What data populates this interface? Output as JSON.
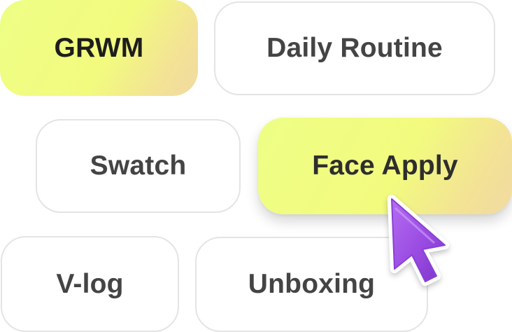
{
  "chips": {
    "grwm": {
      "label": "GRWM",
      "selected": true
    },
    "daily_routine": {
      "label": "Daily Routine",
      "selected": false
    },
    "swatch": {
      "label": "Swatch",
      "selected": false
    },
    "face_apply": {
      "label": "Face Apply",
      "selected": true
    },
    "vlog": {
      "label": "V-log",
      "selected": false
    },
    "unboxing": {
      "label": "Unboxing",
      "selected": false
    }
  },
  "cursor": {
    "icon": "pointer-cursor-icon",
    "color": "#9b4de0"
  },
  "colors": {
    "selected_start": "#eefe86",
    "selected_end": "#f1d9a2",
    "outline_border": "#e4e4e4",
    "text": "#444444"
  }
}
